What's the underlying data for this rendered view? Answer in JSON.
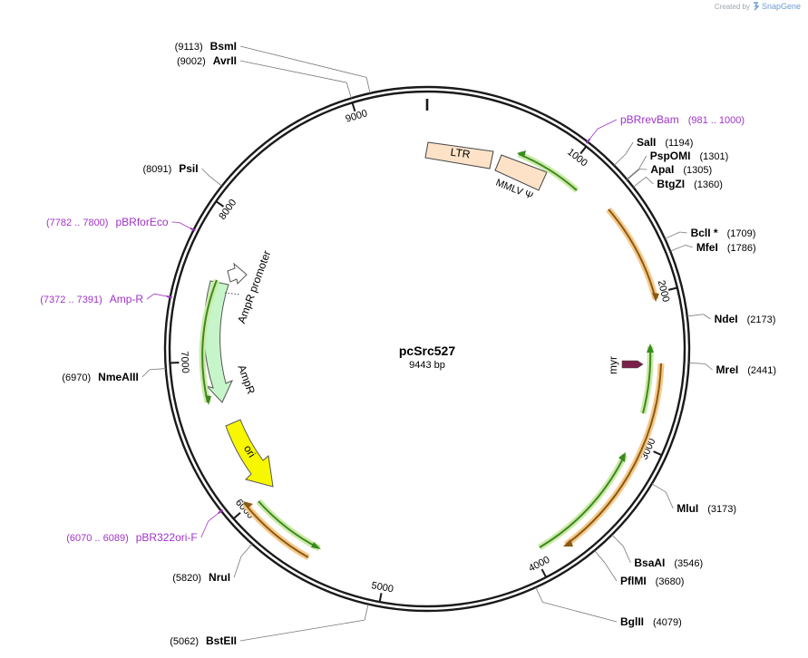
{
  "watermark": {
    "prefix": "Created by",
    "brand": "SnapGene"
  },
  "plasmid": {
    "name": "pcSrc527",
    "length_label": "9443 bp",
    "total_bp": 9443
  },
  "colors": {
    "backbone": "#1a1a1a",
    "enzyme_text": "#000000",
    "primer": "#a033c8",
    "green_feature": "#3a8a1e",
    "green_glow": "#cde9a8",
    "orange_feature": "#8a5a12",
    "orange_glow": "#f5c98a",
    "ltr_fill": "#fde2c8",
    "amp_fill": "#c6f5c9",
    "ori_fill": "#f7f700",
    "myr_fill": "#7a2048"
  },
  "ticks": [
    {
      "bp": 1000,
      "label": "1000"
    },
    {
      "bp": 2000,
      "label": "2000"
    },
    {
      "bp": 3000,
      "label": "3000"
    },
    {
      "bp": 4000,
      "label": "4000"
    },
    {
      "bp": 5000,
      "label": "5000"
    },
    {
      "bp": 6000,
      "label": "6000"
    },
    {
      "bp": 7000,
      "label": "7000"
    },
    {
      "bp": 8000,
      "label": "8000"
    },
    {
      "bp": 9000,
      "label": "9000"
    }
  ],
  "enzymes": [
    {
      "name": "BsmI",
      "pos_label": "(9113)",
      "bp": 9113,
      "side": "left"
    },
    {
      "name": "AvrII",
      "pos_label": "(9002)",
      "bp": 9002,
      "side": "left"
    },
    {
      "name": "SalI",
      "pos_label": "(1194)",
      "bp": 1194,
      "side": "right"
    },
    {
      "name": "PspOMI",
      "pos_label": "(1301)",
      "bp": 1301,
      "side": "right"
    },
    {
      "name": "ApaI",
      "pos_label": "(1305)",
      "bp": 1305,
      "side": "right"
    },
    {
      "name": "BtgZI",
      "pos_label": "(1360)",
      "bp": 1360,
      "side": "right"
    },
    {
      "name": "BclI *",
      "pos_label": "(1709)",
      "bp": 1709,
      "side": "right"
    },
    {
      "name": "MfeI",
      "pos_label": "(1786)",
      "bp": 1786,
      "side": "right"
    },
    {
      "name": "NdeI",
      "pos_label": "(2173)",
      "bp": 2173,
      "side": "right"
    },
    {
      "name": "MreI",
      "pos_label": "(2441)",
      "bp": 2441,
      "side": "right"
    },
    {
      "name": "MluI",
      "pos_label": "(3173)",
      "bp": 3173,
      "side": "right"
    },
    {
      "name": "BsaAI",
      "pos_label": "(3546)",
      "bp": 3546,
      "side": "right"
    },
    {
      "name": "PflMI",
      "pos_label": "(3680)",
      "bp": 3680,
      "side": "right"
    },
    {
      "name": "BglII",
      "pos_label": "(4079)",
      "bp": 4079,
      "side": "right"
    },
    {
      "name": "BstEII",
      "pos_label": "(5062)",
      "bp": 5062,
      "side": "left"
    },
    {
      "name": "NruI",
      "pos_label": "(5820)",
      "bp": 5820,
      "side": "left"
    },
    {
      "name": "NmeAIII",
      "pos_label": "(6970)",
      "bp": 6970,
      "side": "left"
    },
    {
      "name": "PsiI",
      "pos_label": "(8091)",
      "bp": 8091,
      "side": "left"
    }
  ],
  "primers": [
    {
      "name": "pBRrevBam",
      "range": "(981 .. 1000)",
      "bp": 990,
      "side": "right"
    },
    {
      "name": "pBR322ori-F",
      "range": "(6070 .. 6089)",
      "bp": 6080,
      "side": "left"
    },
    {
      "name": "Amp-R",
      "range": "(7372 .. 7391)",
      "bp": 7382,
      "side": "left"
    },
    {
      "name": "pBRforEco",
      "range": "(7782 .. 7800)",
      "bp": 7791,
      "side": "left"
    }
  ],
  "features": [
    {
      "name": "LTR",
      "label": "LTR",
      "kind": "box"
    },
    {
      "name": "MMLV psi",
      "label": "MMLV Ψ",
      "kind": "box"
    },
    {
      "name": "AmpR promoter",
      "label": "AmpR promoter",
      "kind": "arrow"
    },
    {
      "name": "AmpR",
      "label": "AmpR",
      "kind": "arrow"
    },
    {
      "name": "ori",
      "label": "ori",
      "kind": "arrow"
    },
    {
      "name": "myr",
      "label": "myr",
      "kind": "arrow"
    }
  ]
}
